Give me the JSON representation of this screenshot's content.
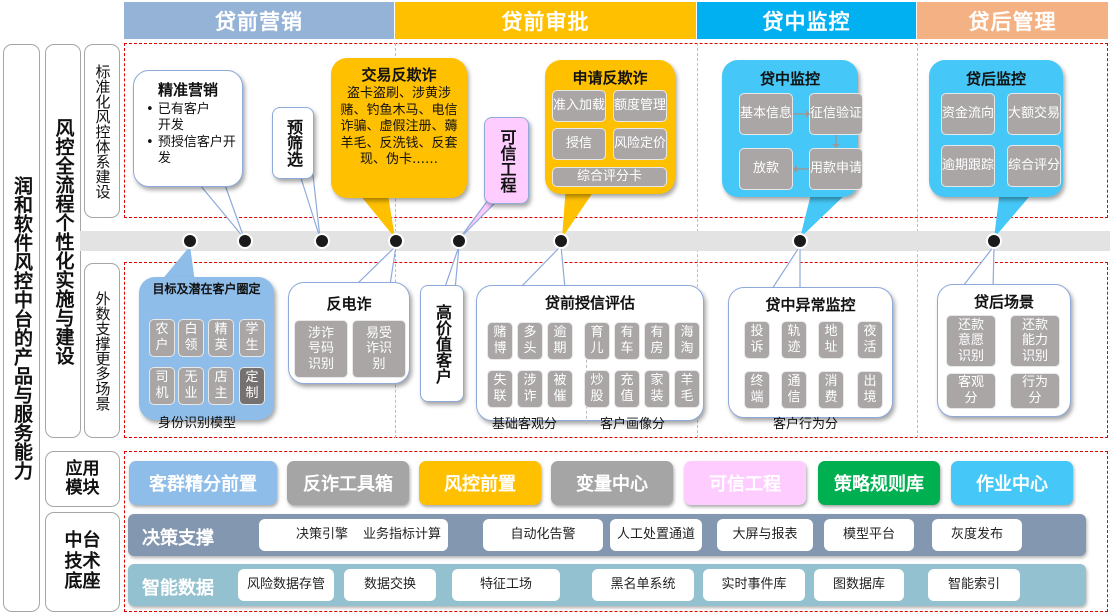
{
  "phases": [
    {
      "label": "贷前营销",
      "color": "#95b3d7"
    },
    {
      "label": "贷前审批",
      "color": "#ffc000"
    },
    {
      "label": "贷中监控",
      "color": "#00b0f0"
    },
    {
      "label": "贷后管理",
      "color": "#f4b183"
    }
  ],
  "left": {
    "main_title": "润和软件风控中台的产品与服务能力",
    "section1_title": "风控全流程个性化实施与建设",
    "sub_top": "标准化风控体系建设",
    "sub_bottom": "外数支撑更多场景",
    "app_module": "应用模块",
    "tech_base": "中台技术底座"
  },
  "top_bubbles": {
    "marketing": {
      "title": "精准营销",
      "bullets": [
        "已有客户开发",
        "预授信客户开发"
      ]
    },
    "prescreen": {
      "title": "预筛选"
    },
    "txn_fraud": {
      "title": "交易反欺诈",
      "body": "盗卡盗刷、涉黄涉赌、钓鱼木马、电信诈骗、虚假注册、薅羊毛、反洗钱、反套现、伪卡……"
    },
    "trusted": {
      "title": "可信工程"
    },
    "apply_fraud": {
      "title": "申请反欺诈",
      "chips": [
        "准入加载",
        "额度管理",
        "授信",
        "风险定价"
      ],
      "wide_chip": "综合评分卡"
    },
    "in_loan": {
      "title": "贷中监控",
      "chips": [
        "基本信息",
        "征信验证",
        "放款",
        "用款申请"
      ]
    },
    "post_loan": {
      "title": "贷后监控",
      "chips": [
        "资金流向",
        "大额交易",
        "逾期跟踪",
        "综合评分"
      ]
    }
  },
  "bottom_bubbles": {
    "target": {
      "title": "目标及潜在客户圈定",
      "chips": [
        "农户",
        "白领",
        "精英",
        "学生",
        "司机",
        "无业",
        "店主",
        "定制"
      ],
      "caption": "身份识别模型"
    },
    "anti_tele": {
      "title": "反电诈",
      "chips": [
        "涉诈号码识别",
        "易受诈识别"
      ]
    },
    "high_value": {
      "title": "高价值客户"
    },
    "credit_eval": {
      "title": "贷前授信评估",
      "left_chips": [
        "赌博",
        "多头",
        "逾期",
        "失联",
        "涉诈",
        "被催"
      ],
      "right_chips": [
        "育儿",
        "有车",
        "有房",
        "海淘",
        "炒股",
        "充值",
        "家装",
        "羊毛"
      ],
      "left_caption": "基础客观分",
      "right_caption": "客户画像分"
    },
    "anomaly": {
      "title": "贷中异常监控",
      "chips": [
        "投诉",
        "轨迹",
        "地址",
        "夜活",
        "终端",
        "通信",
        "消费",
        "出境"
      ],
      "caption": "客户行为分"
    },
    "post_scene": {
      "title": "贷后场景",
      "chips": [
        "还款意愿识别",
        "还款能力识别",
        "客观分",
        "行为分"
      ]
    }
  },
  "modules": [
    {
      "label": "客群精分前置",
      "bg": "#8fbde9",
      "fg": "#ffffff"
    },
    {
      "label": "反诈工具箱",
      "bg": "#a5a5a5",
      "fg": "#ffffff"
    },
    {
      "label": "风控前置",
      "bg": "#ffc000",
      "fg": "#ffffff"
    },
    {
      "label": "变量中心",
      "bg": "#a5a5a5",
      "fg": "#ffffff"
    },
    {
      "label": "可信工程",
      "bg": "#ffccff",
      "fg": "#ffffff"
    },
    {
      "label": "策略规则库",
      "bg": "#00b050",
      "fg": "#ffffff"
    },
    {
      "label": "作业中心",
      "bg": "#45c8f7",
      "fg": "#ffffff"
    }
  ],
  "decision": {
    "title": "决策支撑",
    "color": "#8497b0",
    "items": [
      "决策引擎",
      "业务指标计算",
      "自动化告警",
      "人工处置通道",
      "大屏与报表",
      "模型平台",
      "灰度发布"
    ]
  },
  "smart_data": {
    "title": "智能数据",
    "color": "#94c1cf",
    "items": [
      "风险数据存管",
      "数据交换",
      "特征工场",
      "黑名单系统",
      "实时事件库",
      "图数据库",
      "智能索引"
    ]
  }
}
